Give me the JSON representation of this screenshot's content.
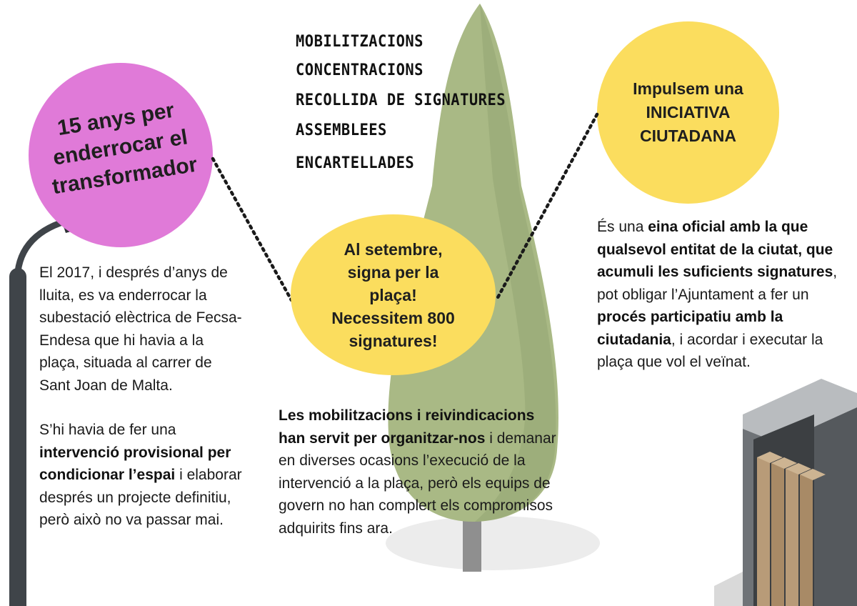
{
  "activities": [
    "MOBILITZACIONS",
    "CONCENTRACIONS",
    "RECOLLIDA DE SIGNATURES",
    "ASSEMBLEES",
    "ENCARTELLADES"
  ],
  "pink_circle": {
    "lines": [
      "15 anys per",
      "enderrocar el",
      "transformador"
    ]
  },
  "center_circle": {
    "lines": [
      "Al setembre,",
      "signa per la",
      "plaça!",
      "Necessitem 800",
      "signatures!"
    ]
  },
  "right_circle": {
    "lines": [
      "Impulsem una",
      "INICIATIVA",
      "CIUTADANA"
    ]
  },
  "left_text": {
    "p1": "El 2017, i després d’anys de lluita, es va enderrocar la subestació elèctrica de Fecsa-Endesa que hi havia a la plaça, situada al carrer de Sant Joan de Malta.",
    "p2_a": "S’hi havia de fer una ",
    "p2_b": "intervenció provisional per condicionar l’espai",
    "p2_c": " i elaborar després un projecte definitiu, però això no va passar mai."
  },
  "center_text": {
    "bold": "Les mobilitzacions i reivindicacions han servit per organitzar-nos",
    "rest": " i demanar en diverses ocasions l’execució de la intervenció a la plaça, però els equips de govern no han complert els compromisos adquirits fins ara."
  },
  "right_text": {
    "a": "És una ",
    "b": "eina oficial amb la que qualsevol entitat de la ciutat, que acumuli les suficients signatures",
    "c": ", pot obligar l’Ajuntament a fer un ",
    "d": "procés participatiu amb la ciutadania",
    "e": ", i acordar i executar la plaça que vol el veïnat."
  },
  "colors": {
    "pink": "#e07ad8",
    "yellow": "#fbdd5e",
    "tree": "#a8b882",
    "trunk": "#8a8a8a",
    "lamp": "#3f4449"
  }
}
